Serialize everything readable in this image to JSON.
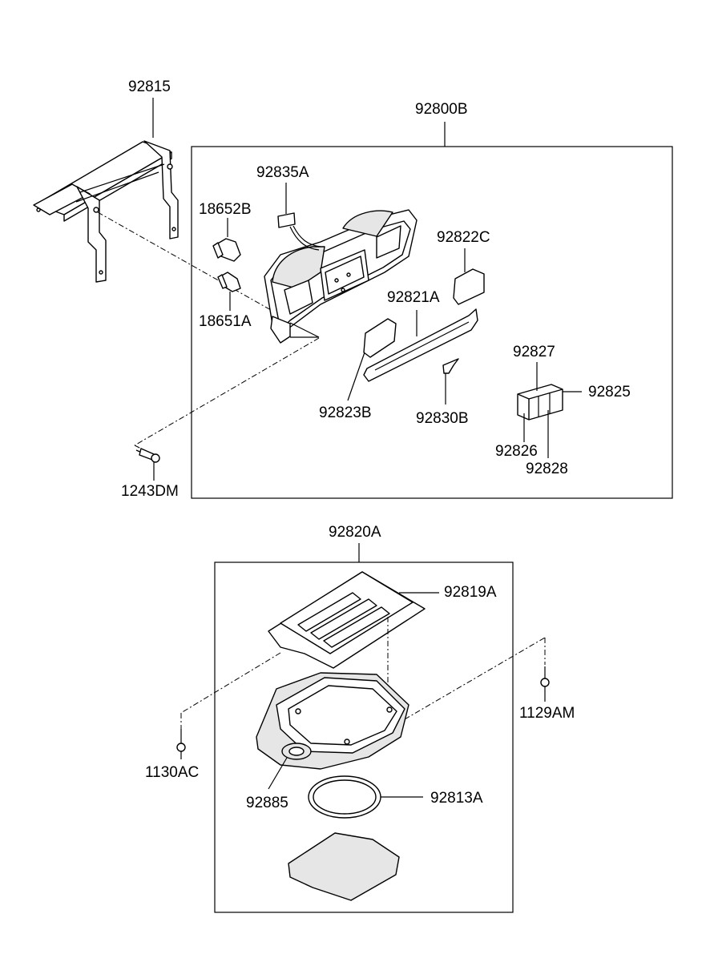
{
  "labels": {
    "p92815": "92815",
    "p92800B": "92800B",
    "p92835A": "92835A",
    "p18652B": "18652B",
    "p92822C": "92822C",
    "p92821A": "92821A",
    "p18651A": "18651A",
    "p92827": "92827",
    "p92825": "92825",
    "p92823B": "92823B",
    "p92830B": "92830B",
    "p92826": "92826",
    "p92828": "92828",
    "p1243DM": "1243DM",
    "p92820A": "92820A",
    "p92819A": "92819A",
    "p1129AM": "1129AM",
    "p1130AC": "1130AC",
    "p92885": "92885",
    "p92813A": "92813A"
  }
}
